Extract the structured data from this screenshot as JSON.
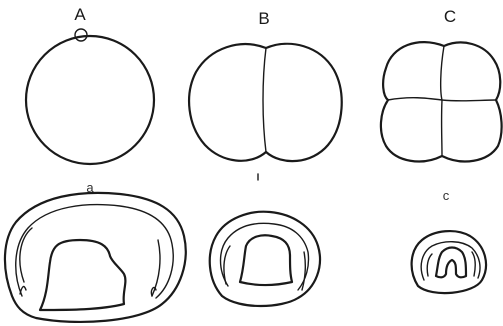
{
  "figure": {
    "labels_top": [
      "A",
      "B",
      "C"
    ],
    "labels_bottom": [
      "a",
      "",
      "c"
    ]
  }
}
